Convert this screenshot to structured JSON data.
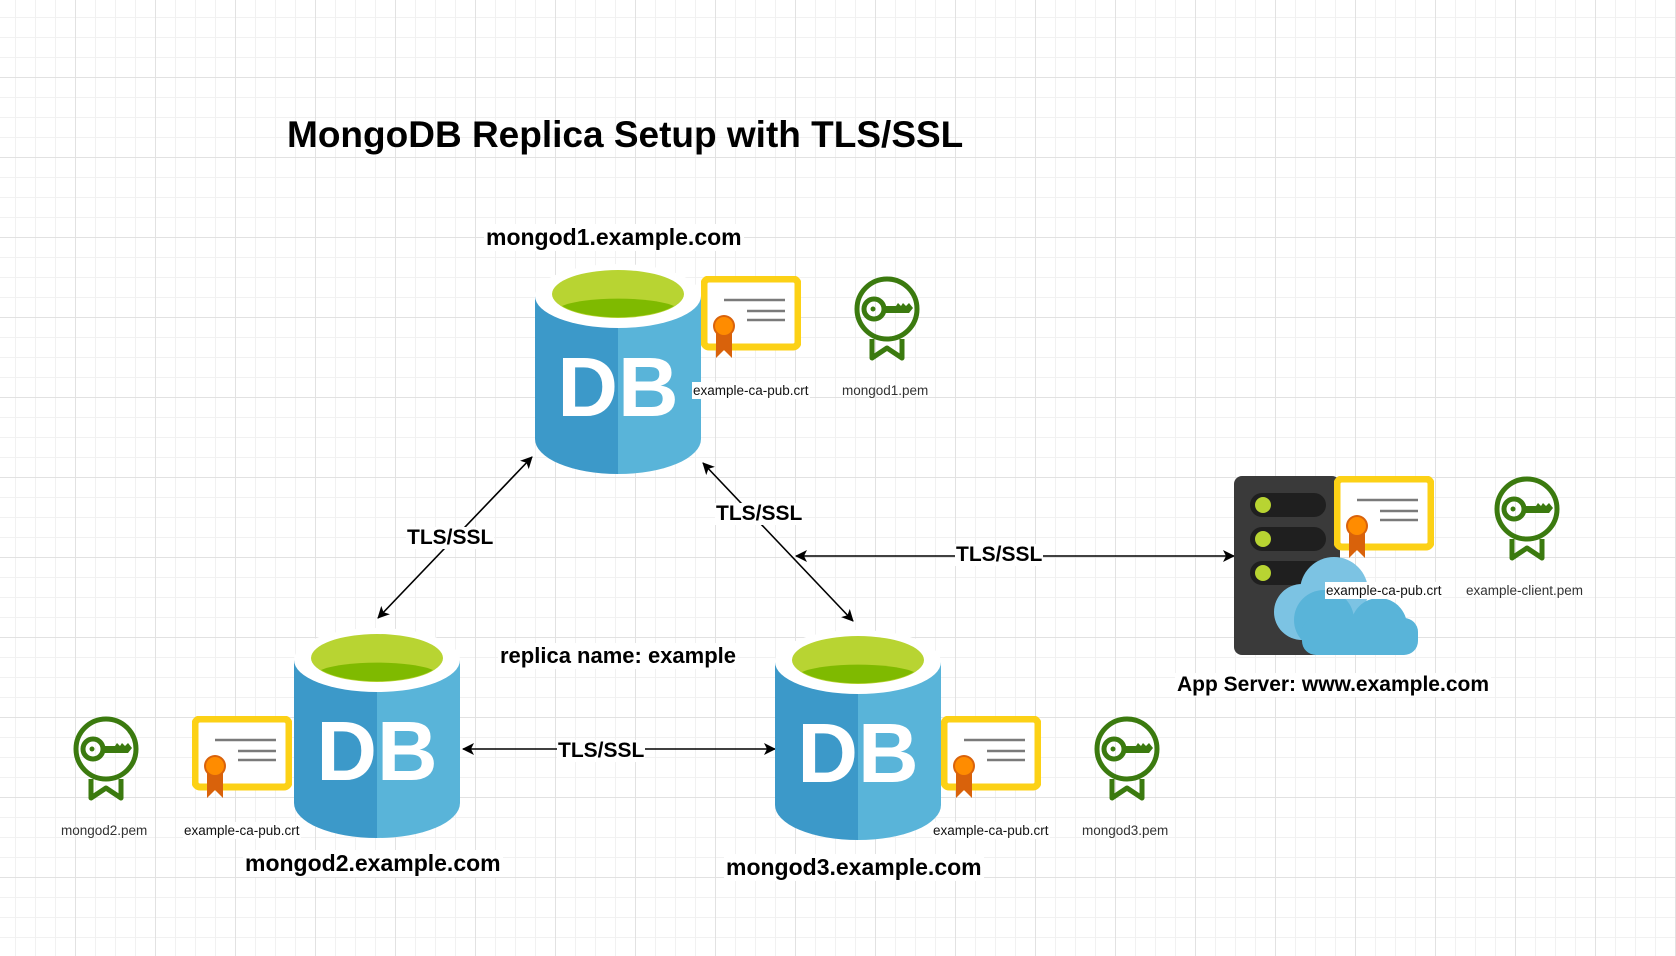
{
  "title": "MongoDB Replica Setup with TLS/SSL",
  "replica_label": "replica name: example",
  "edge_label": "TLS/SSL",
  "colors": {
    "db_blue_dark": "#3c99c9",
    "db_blue_light": "#59b4d9",
    "db_top_green": "#b8d432",
    "db_inner_green": "#7fba00",
    "cert_border": "#fcd116",
    "cert_ribbon": "#e0640f",
    "cert_seal": "#ff8c00",
    "key_green": "#3b7a0f",
    "server_dark": "#3a3a3a",
    "server_led": "#b8d432",
    "cloud_blue": "#59b4d9"
  },
  "nodes": {
    "mongod1": {
      "hostname": "mongod1.example.com",
      "db_text": "DB",
      "ca_file": "example-ca-pub.crt",
      "pem_file": "mongod1.pem"
    },
    "mongod2": {
      "hostname": "mongod2.example.com",
      "db_text": "DB",
      "ca_file": "example-ca-pub.crt",
      "pem_file": "mongod2.pem"
    },
    "mongod3": {
      "hostname": "mongod3.example.com",
      "db_text": "DB",
      "ca_file": "example-ca-pub.crt",
      "pem_file": "mongod3.pem"
    },
    "app_server": {
      "hostname": "App Server: www.example.com",
      "ca_file": "example-ca-pub.crt",
      "pem_file": "example-client.pem"
    }
  },
  "connections": [
    {
      "from": "mongod1",
      "to": "mongod2",
      "label": "TLS/SSL"
    },
    {
      "from": "mongod1",
      "to": "mongod3",
      "label": "TLS/SSL"
    },
    {
      "from": "mongod2",
      "to": "mongod3",
      "label": "TLS/SSL"
    },
    {
      "from": "mongod3",
      "to": "app_server",
      "label": "TLS/SSL"
    }
  ]
}
